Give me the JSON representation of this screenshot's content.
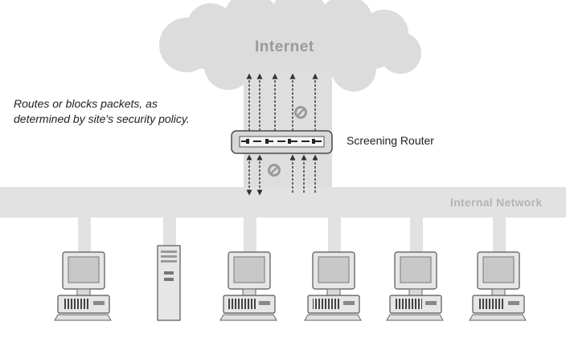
{
  "cloud_label": "Internet",
  "router_label": "Screening Router",
  "network_label": "Internal Network",
  "policy_note": "Routes or blocks packets, as determined by site's security policy.",
  "colors": {
    "cloud": "#dcdcdc",
    "bus": "#e2e2e2",
    "outline": "#4a4a4a",
    "text": "#1e1e1e"
  },
  "icons": {
    "blocked": "no-entry-symbol",
    "allowed": "arrow"
  },
  "hosts": [
    {
      "kind": "workstation"
    },
    {
      "kind": "server-tower"
    },
    {
      "kind": "workstation"
    },
    {
      "kind": "workstation"
    },
    {
      "kind": "workstation"
    },
    {
      "kind": "workstation"
    }
  ]
}
